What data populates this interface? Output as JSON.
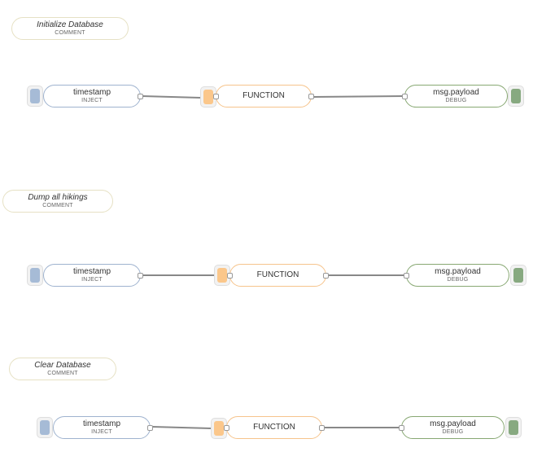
{
  "flows": [
    {
      "comment": {
        "title": "Initialize Database",
        "type": "COMMENT"
      },
      "inject": {
        "title": "timestamp",
        "type": "INJECT"
      },
      "function": {
        "title": "FUNCTION"
      },
      "debug": {
        "title": "msg.payload",
        "type": "DEBUG"
      }
    },
    {
      "comment": {
        "title": "Dump all hikings",
        "type": "COMMENT"
      },
      "inject": {
        "title": "timestamp",
        "type": "INJECT"
      },
      "function": {
        "title": "FUNCTION"
      },
      "debug": {
        "title": "msg.payload",
        "type": "DEBUG"
      }
    },
    {
      "comment": {
        "title": "Clear Database",
        "type": "COMMENT"
      },
      "inject": {
        "title": "timestamp",
        "type": "INJECT"
      },
      "function": {
        "title": "FUNCTION"
      },
      "debug": {
        "title": "msg.payload",
        "type": "DEBUG"
      }
    }
  ],
  "colors": {
    "comment_border": "#e6e1c4",
    "inject": "#a6bbd6",
    "function": "#fbc78b",
    "debug": "#87a980",
    "wire": "#888888"
  }
}
